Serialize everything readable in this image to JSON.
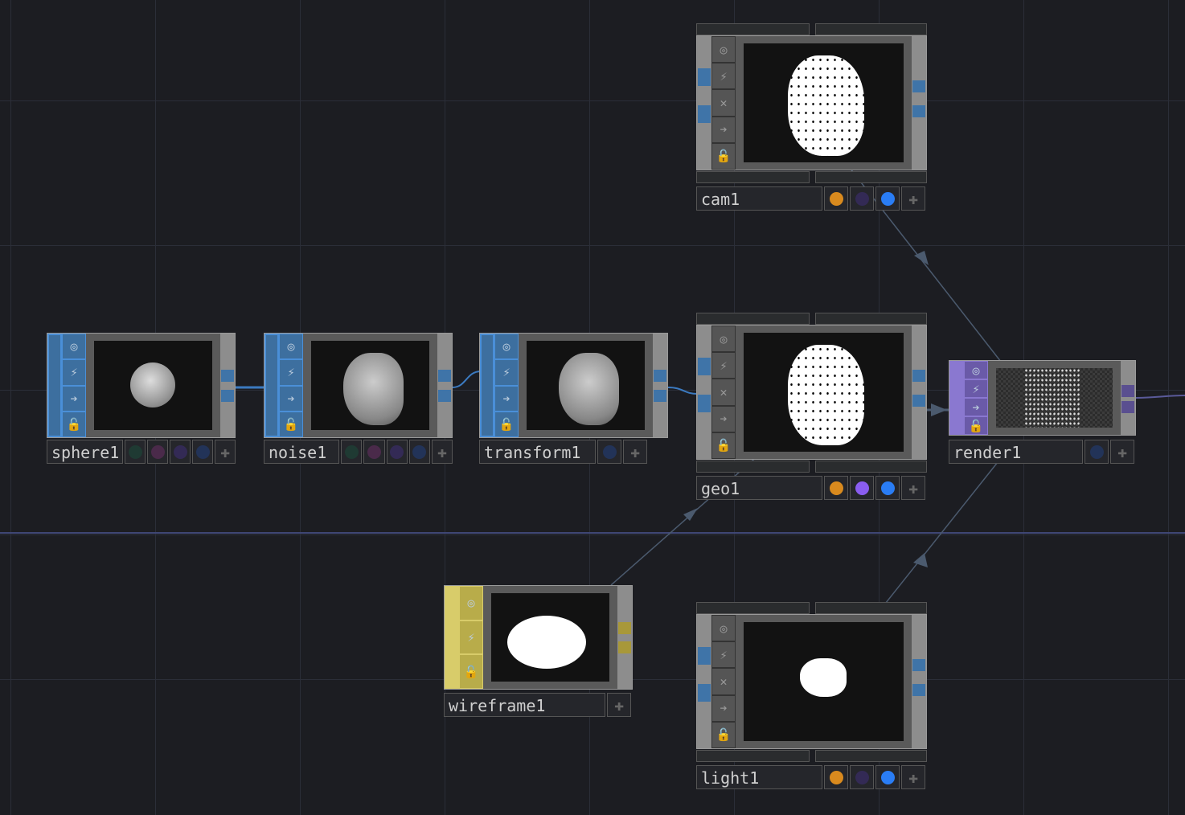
{
  "network": {
    "nodes": [
      {
        "id": "sphere1",
        "name": "sphere1",
        "type": "sop",
        "flags": [
          "#1f3a33",
          "#4a2a4a",
          "#332a55",
          "#223358"
        ],
        "preview": "sphere"
      },
      {
        "id": "noise1",
        "name": "noise1",
        "type": "sop",
        "flags": [
          "#1f3a33",
          "#4a2a4a",
          "#332a55",
          "#223358"
        ],
        "preview": "blob"
      },
      {
        "id": "transform1",
        "name": "transform1",
        "type": "sop",
        "flags": [
          "#223358"
        ],
        "preview": "blob"
      },
      {
        "id": "geo1",
        "name": "geo1",
        "type": "comp",
        "flags": [
          "#d98a1e",
          "#8a5df0",
          "#2a7df5"
        ],
        "preview": "geo"
      },
      {
        "id": "cam1",
        "name": "cam1",
        "type": "comp",
        "flags": [
          "#d98a1e",
          "#332a55",
          "#2a7df5"
        ],
        "preview": "geo"
      },
      {
        "id": "light1",
        "name": "light1",
        "type": "comp",
        "flags": [
          "#d98a1e",
          "#332a55",
          "#2a7df5"
        ],
        "preview": "light"
      },
      {
        "id": "render1",
        "name": "render1",
        "type": "top",
        "flags": [
          "#223358"
        ],
        "preview": "render"
      },
      {
        "id": "wireframe1",
        "name": "wireframe1",
        "type": "mat",
        "flags": [],
        "preview": "ellipse"
      }
    ],
    "colors": {
      "sop": "#4a8fd8",
      "comp": "#8a8a8a",
      "top": "#8a78d0",
      "mat": "#d8cc6a",
      "wire": "#4b5a6e",
      "background": "#1c1d22"
    },
    "icons": {
      "sop": [
        "viewer-icon",
        "bypass-icon",
        "display-icon",
        "lock-icon"
      ],
      "comp": [
        "viewer-icon",
        "bypass-icon",
        "clone-icon",
        "display-icon",
        "lock-icon"
      ],
      "top": [
        "viewer-icon",
        "bypass-icon",
        "display-icon",
        "lock-icon"
      ],
      "mat": [
        "viewer-icon",
        "bypass-icon",
        "lock-icon"
      ]
    }
  }
}
